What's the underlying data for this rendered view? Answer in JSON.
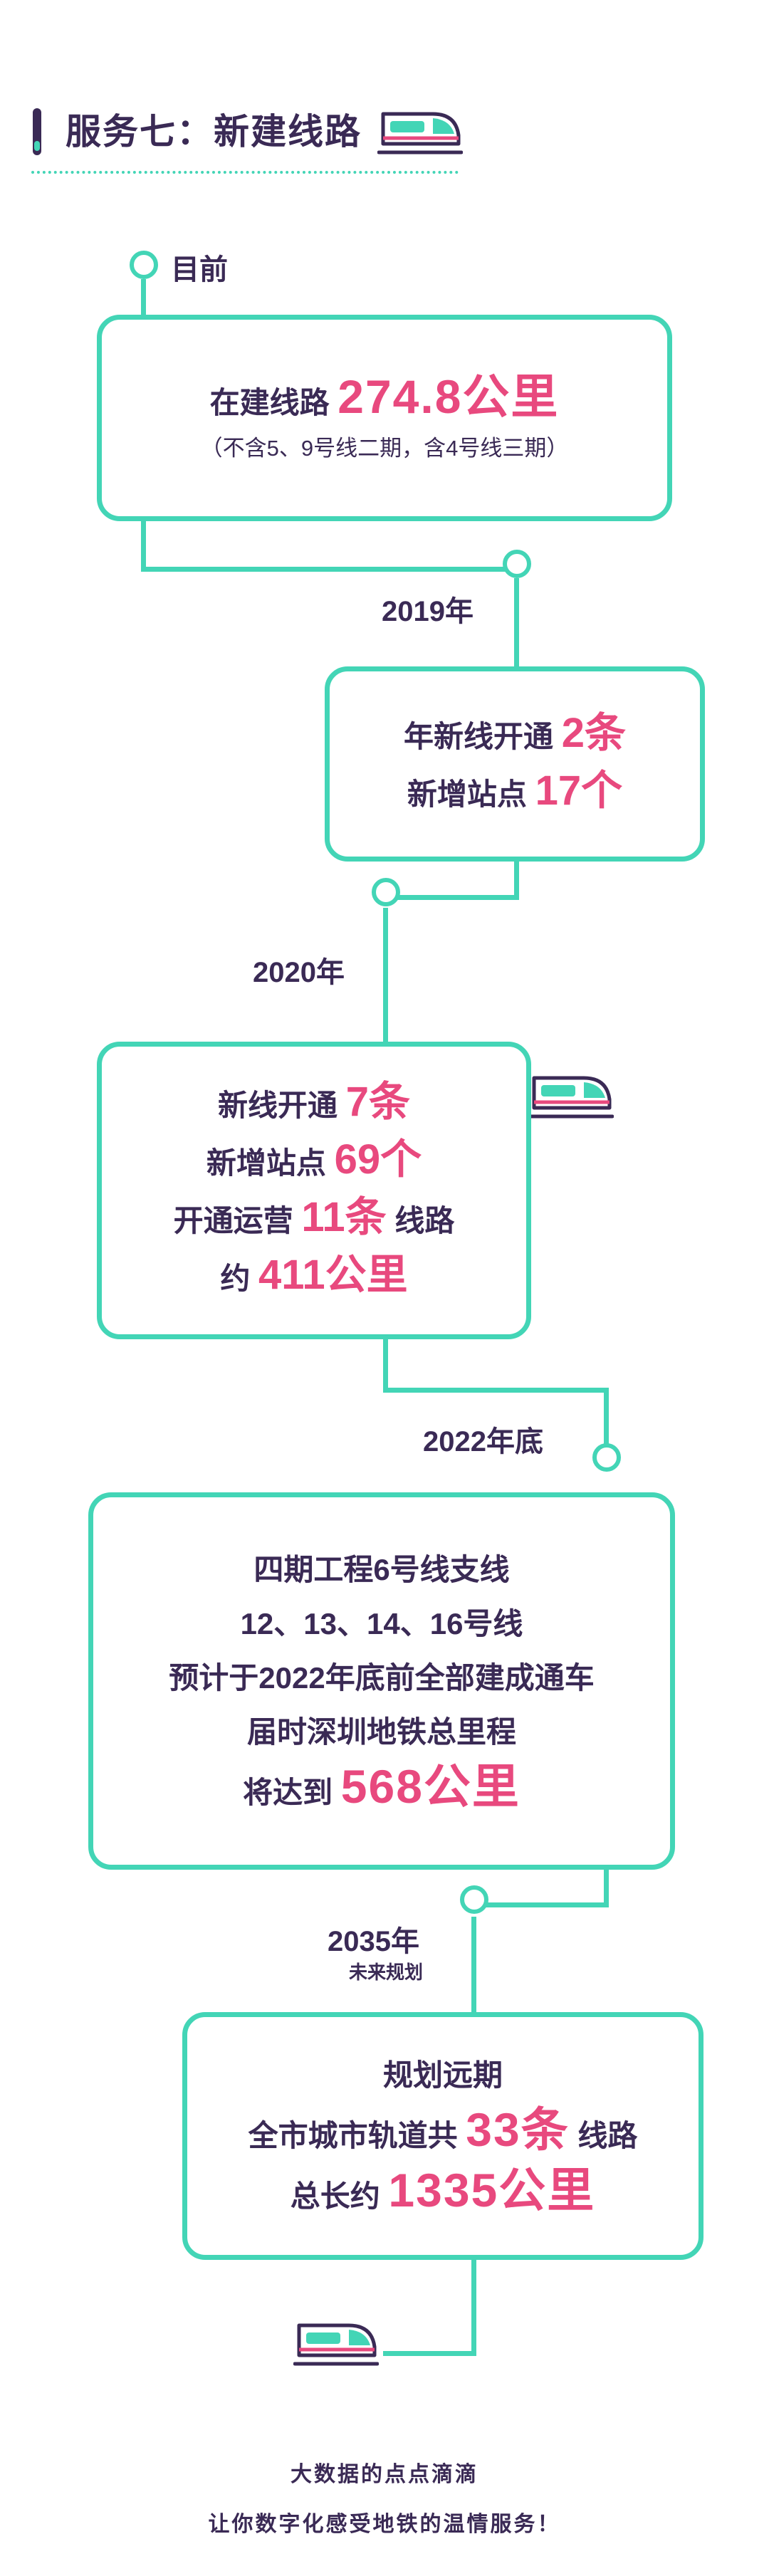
{
  "header": {
    "title": "服务七：新建线路",
    "train_icon": "train-icon"
  },
  "colors": {
    "teal": "#43d5b6",
    "navy": "#3a2a55",
    "pink": "#e8497e"
  },
  "timeline": [
    {
      "label": "目前",
      "lines": [
        {
          "text": "在建线路",
          "highlight": "274.8公里"
        },
        {
          "small": "（不含5、9号线二期，含4号线三期）"
        }
      ]
    },
    {
      "label": "2019年",
      "lines": [
        {
          "text": "年新线开通",
          "highlight": "2条"
        },
        {
          "text": "新增站点",
          "highlight": "17个"
        }
      ]
    },
    {
      "label": "2020年",
      "lines": [
        {
          "text": "新线开通",
          "highlight": "7条"
        },
        {
          "text": "新增站点",
          "highlight": "69个"
        },
        {
          "text": "开通运营",
          "highlight": "11条",
          "suffix": "线路"
        },
        {
          "text": "约",
          "highlight": "411公里"
        }
      ]
    },
    {
      "label": "2022年底",
      "lines": [
        {
          "text": "四期工程6号线支线"
        },
        {
          "text": "12、13、14、16号线"
        },
        {
          "text": "预计于2022年底前全部建成通车"
        },
        {
          "text": "届时深圳地铁总里程"
        },
        {
          "text": "将达到",
          "highlight": "568公里"
        }
      ]
    },
    {
      "label": "2035年",
      "sublabel": "未来规划",
      "lines": [
        {
          "text": "规划远期"
        },
        {
          "text": "全市城市轨道共",
          "highlight": "33条",
          "suffix": "线路"
        },
        {
          "text": "总长约",
          "highlight": "1335公里"
        }
      ]
    }
  ],
  "footer": {
    "line1": "大数据的点点滴滴",
    "line2": "让你数字化感受地铁的温情服务！"
  }
}
